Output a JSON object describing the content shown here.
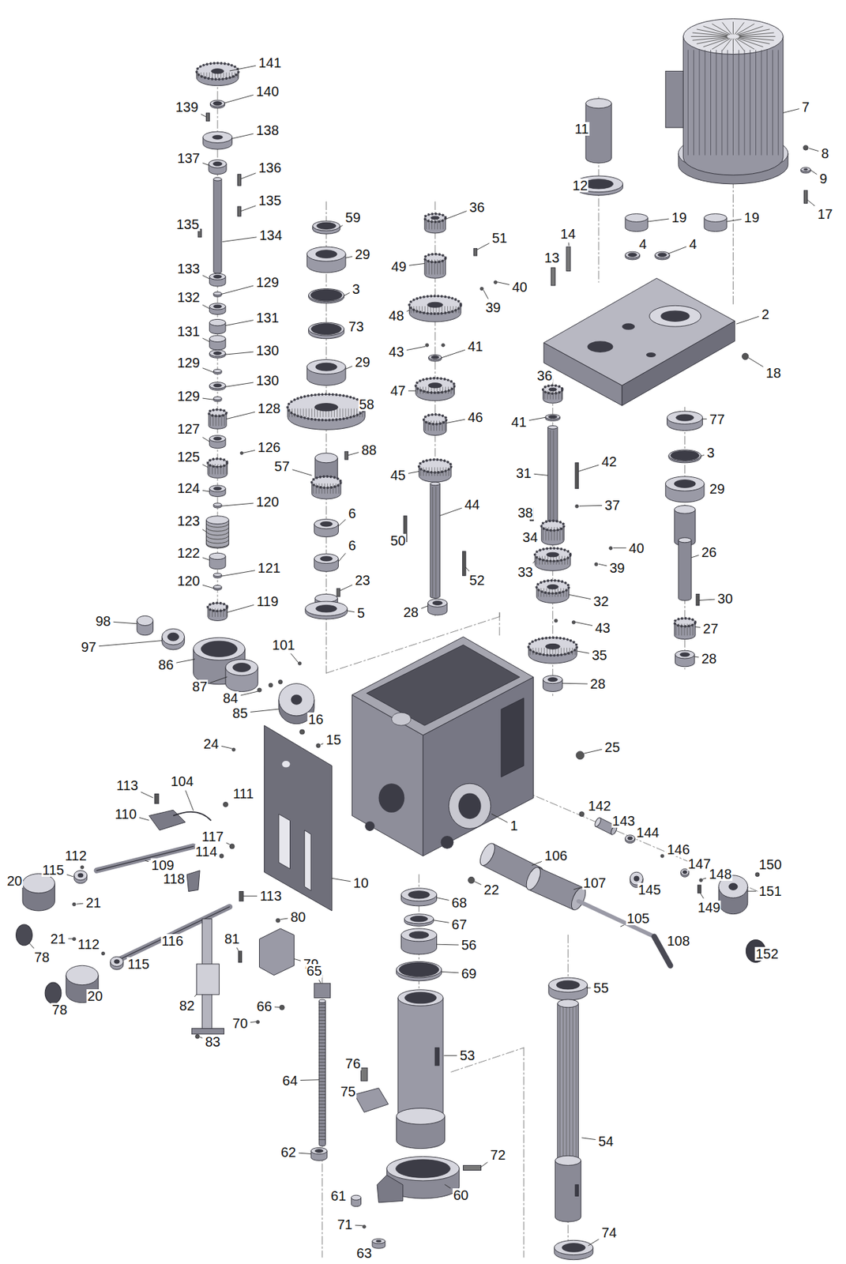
{
  "diagram": {
    "labels": [
      "141",
      "140",
      "139",
      "138",
      "137",
      "136",
      "135",
      "135",
      "134",
      "133",
      "129",
      "132",
      "131",
      "131",
      "130",
      "129",
      "130",
      "129",
      "128",
      "127",
      "126",
      "125",
      "124",
      "120",
      "123",
      "122",
      "121",
      "120",
      "119",
      "98",
      "97",
      "86",
      "87",
      "84",
      "85",
      "101",
      "59",
      "29",
      "3",
      "73",
      "29",
      "58",
      "88",
      "57",
      "6",
      "6",
      "23",
      "5",
      "36",
      "51",
      "49",
      "40",
      "39",
      "48",
      "43",
      "41",
      "47",
      "46",
      "45",
      "44",
      "50",
      "52",
      "28",
      "11",
      "12",
      "7",
      "8",
      "9",
      "17",
      "19",
      "19",
      "4",
      "4",
      "14",
      "13",
      "2",
      "18",
      "36",
      "41",
      "77",
      "3",
      "42",
      "29",
      "37",
      "38",
      "31",
      "40",
      "26",
      "34",
      "33",
      "39",
      "32",
      "30",
      "43",
      "27",
      "35",
      "28",
      "28",
      "25",
      "16",
      "15",
      "24",
      "1",
      "113",
      "104",
      "111",
      "110",
      "117",
      "114",
      "109",
      "112",
      "115",
      "20",
      "21",
      "118",
      "10",
      "113",
      "80",
      "21",
      "78",
      "112",
      "116",
      "115",
      "81",
      "79",
      "20",
      "78",
      "82",
      "83",
      "65",
      "66",
      "70",
      "68",
      "22",
      "67",
      "56",
      "69",
      "106",
      "107",
      "105",
      "108",
      "142",
      "143",
      "144",
      "145",
      "146",
      "147",
      "148",
      "150",
      "151",
      "149",
      "152",
      "55",
      "64",
      "53",
      "76",
      "75",
      "62",
      "72",
      "54",
      "60",
      "61",
      "71",
      "63",
      "74"
    ]
  }
}
